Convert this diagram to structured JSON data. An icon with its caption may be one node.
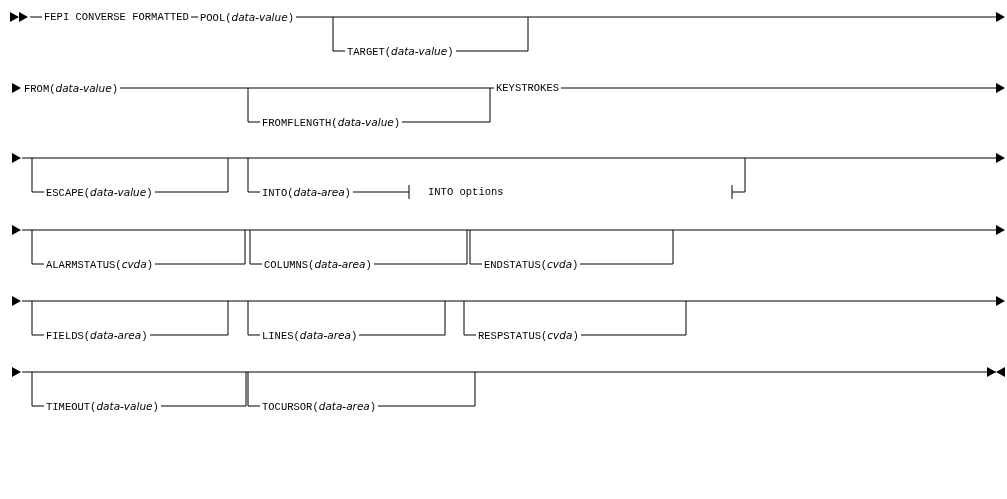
{
  "diagram": {
    "labels": [
      "FEPI CONVERSE FORMATTED",
      "POOL(*data-value*)",
      "TARGET(*data-value*)",
      "FROM(*data-value*)",
      "FROMFLENGTH(*data-value*)",
      "KEYSTROKES",
      "ESCAPE(*data-value*)",
      "INTO(*data-area*)",
      "INTO options",
      "ALARMSTATUS(*cvda*)",
      "COLUMNS(*data-area*)",
      "ENDSTATUS(*cvda*)",
      "FIELDS(*data-area*)",
      "LINES(*data-area*)",
      "RESPSTATUS(*cvda*)",
      "TIMEOUT(*data-value*)",
      "TOCURSOR(*data-area*)"
    ]
  }
}
